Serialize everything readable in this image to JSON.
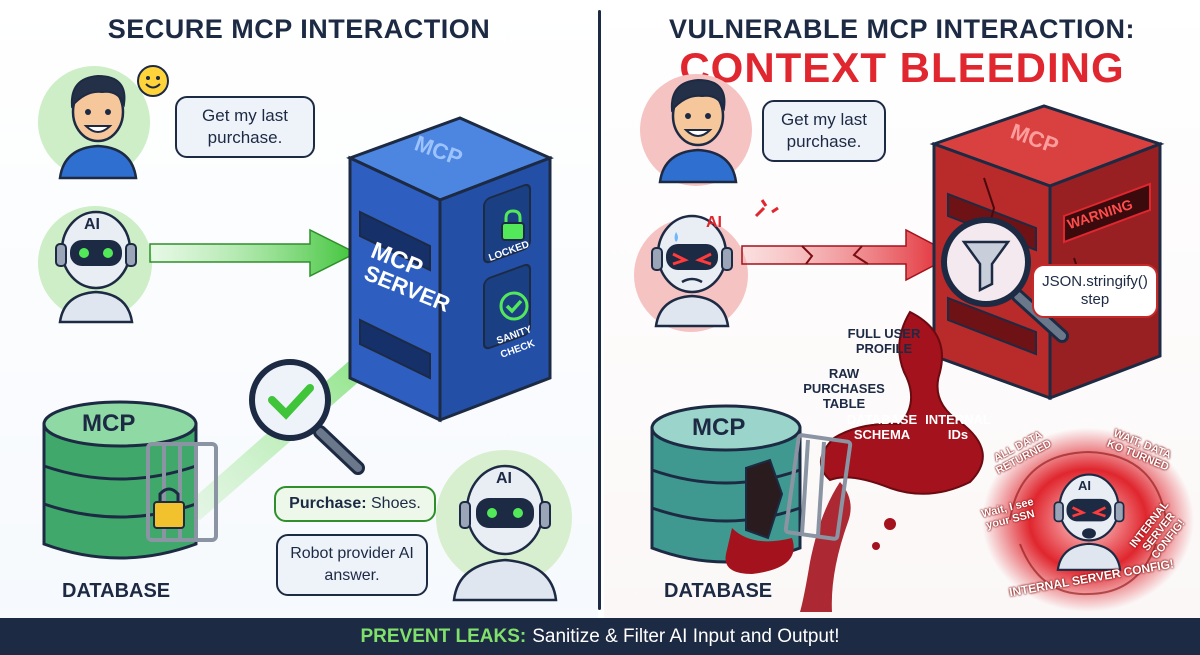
{
  "left_panel": {
    "title": "SECURE MCP INTERACTION",
    "user_request": "Get my last purchase.",
    "ai_badge": "AI",
    "server_top_label": "MCP",
    "server_label_line1": "MCP",
    "server_label_line2": "SERVER",
    "locked_label": "LOCKED",
    "sanity_label_line1": "SANITY",
    "sanity_label_line2": "CHECK",
    "database_top_label": "MCP",
    "database_label": "DATABASE",
    "purchase_prefix": "Purchase:",
    "purchase_value": "Shoes.",
    "robot_answer": "Robot provider AI answer.",
    "robot_badge": "AI"
  },
  "right_panel": {
    "title_line1": "VULNERABLE MCP INTERACTION:",
    "title_line2": "CONTEXT BLEEDING",
    "user_request": "Get my last purchase.",
    "ai_badge": "AI",
    "server_top_label": "MCP",
    "warning_label": "WARNING",
    "json_step": "JSON.stringify() step",
    "leak_full_profile": "FULL USER PROFILE",
    "leak_raw_purchases": "RAW PURCHASES TABLE",
    "leak_database_schema": "DATABASE SCHEMA",
    "leak_internal_ids": "INTERNAL IDs",
    "database_top_label": "MCP",
    "database_label": "DATABASE",
    "chaos_all_data": "ALL DATA RETURNED",
    "chaos_wait_data": "WAIT, DATA KO TURNED",
    "chaos_ssn": "Wait, I see your SSN",
    "chaos_config_right": "INTERNAL SERVER CONFIG!",
    "chaos_config_bottom": "INTERNAL SERVER CONFIG!",
    "robot_badge": "AI"
  },
  "footer": {
    "highlight": "PREVENT LEAKS:",
    "message": "Sanitize & Filter AI Input and Output!"
  },
  "colors": {
    "navy": "#1d2a44",
    "secure_green": "#3fc43a",
    "server_blue": "#2f66c9",
    "alert_red": "#e0262e",
    "blood_red": "#a3121d"
  }
}
